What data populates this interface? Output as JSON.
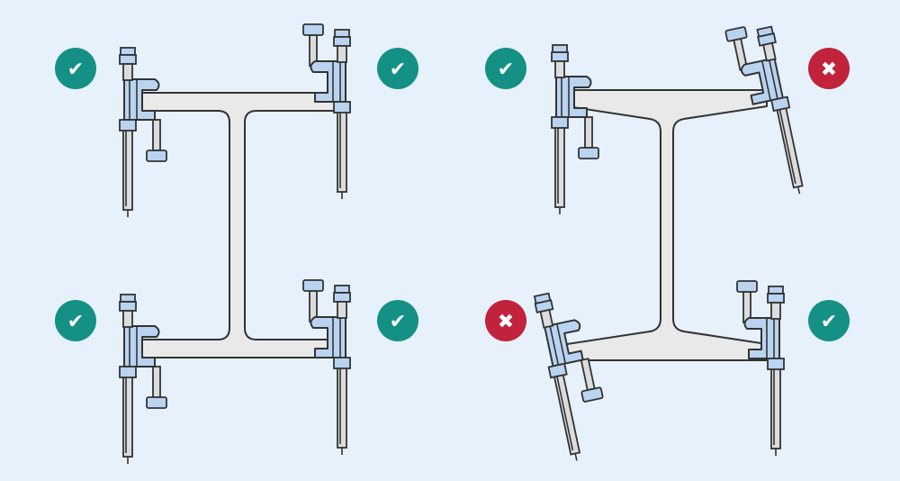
{
  "diagram": {
    "background": "#e6f1fb",
    "colors": {
      "ok": "#149184",
      "bad": "#c0233b",
      "clamp": "#b9d4f1",
      "beam": "#e9e9e9",
      "outline": "#333333"
    },
    "symbols": {
      "ok": "✔",
      "bad": "✖"
    },
    "panels": [
      {
        "name": "parallel-flange-beam",
        "clamps": [
          {
            "position": "top-left",
            "status": "ok"
          },
          {
            "position": "top-right",
            "status": "ok"
          },
          {
            "position": "bottom-left",
            "status": "ok"
          },
          {
            "position": "bottom-right",
            "status": "ok"
          }
        ]
      },
      {
        "name": "tapered-flange-beam",
        "clamps": [
          {
            "position": "top-left",
            "status": "ok"
          },
          {
            "position": "top-right",
            "status": "bad"
          },
          {
            "position": "bottom-left",
            "status": "bad"
          },
          {
            "position": "bottom-right",
            "status": "ok"
          }
        ]
      }
    ]
  }
}
